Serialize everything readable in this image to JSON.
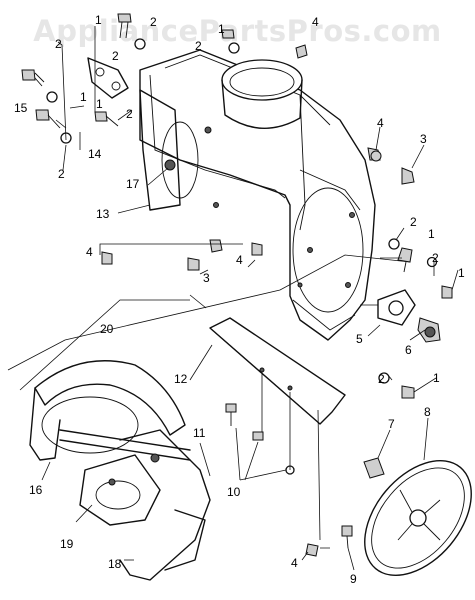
{
  "watermark": "AppliancePartsPros.com",
  "callouts": [
    {
      "id": "c1a",
      "text": "1"
    },
    {
      "id": "c2a",
      "text": "2"
    },
    {
      "id": "c2b",
      "text": "2"
    },
    {
      "id": "c1b",
      "text": "1"
    },
    {
      "id": "c2c",
      "text": "2"
    },
    {
      "id": "c4a",
      "text": "4"
    },
    {
      "id": "c2d",
      "text": "2"
    },
    {
      "id": "c1c",
      "text": "1"
    },
    {
      "id": "c15",
      "text": "15"
    },
    {
      "id": "c14",
      "text": "14"
    },
    {
      "id": "c1d",
      "text": "1"
    },
    {
      "id": "c2e",
      "text": "2"
    },
    {
      "id": "c2f",
      "text": "2"
    },
    {
      "id": "c17",
      "text": "17"
    },
    {
      "id": "c13",
      "text": "13"
    },
    {
      "id": "c4b",
      "text": "4"
    },
    {
      "id": "c3a",
      "text": "3"
    },
    {
      "id": "c4c",
      "text": "4"
    },
    {
      "id": "c3b",
      "text": "3"
    },
    {
      "id": "c4d",
      "text": "4"
    },
    {
      "id": "c2g",
      "text": "2"
    },
    {
      "id": "c1e",
      "text": "1"
    },
    {
      "id": "c2h",
      "text": "2"
    },
    {
      "id": "c1f",
      "text": "1"
    },
    {
      "id": "c5",
      "text": "5"
    },
    {
      "id": "c6",
      "text": "6"
    },
    {
      "id": "c12",
      "text": "12"
    },
    {
      "id": "c20",
      "text": "20"
    },
    {
      "id": "c2i",
      "text": "2"
    },
    {
      "id": "c1g",
      "text": "1"
    },
    {
      "id": "c7",
      "text": "7"
    },
    {
      "id": "c8",
      "text": "8"
    },
    {
      "id": "c11",
      "text": "11"
    },
    {
      "id": "c16",
      "text": "16"
    },
    {
      "id": "c10",
      "text": "10"
    },
    {
      "id": "c19",
      "text": "19"
    },
    {
      "id": "c18",
      "text": "18"
    },
    {
      "id": "c4e",
      "text": "4"
    },
    {
      "id": "c9",
      "text": "9"
    }
  ]
}
